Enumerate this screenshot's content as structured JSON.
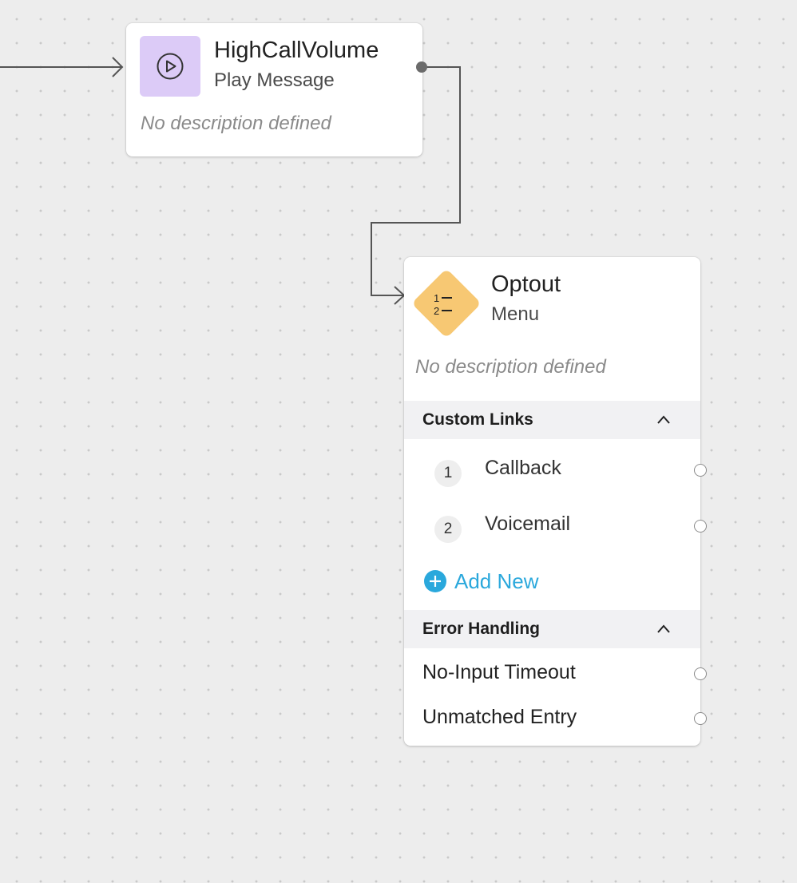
{
  "canvas": {
    "background": "#ededed",
    "connector_color": "#555555"
  },
  "play_node": {
    "title": "HighCallVolume",
    "type": "Play Message",
    "description": "No description defined",
    "icon": "play-circle-icon",
    "icon_bg": "#dccbf7"
  },
  "menu_node": {
    "title": "Optout",
    "type": "Menu",
    "description": "No description defined",
    "icon": "numbered-list-icon",
    "icon_bg": "#f7c873",
    "custom_links": {
      "header": "Custom Links",
      "items": [
        {
          "number": "1",
          "label": "Callback"
        },
        {
          "number": "2",
          "label": "Voicemail"
        }
      ],
      "add_label": "Add New",
      "add_color": "#2aa8dc"
    },
    "error_handling": {
      "header": "Error Handling",
      "items": [
        {
          "label": "No-Input Timeout"
        },
        {
          "label": "Unmatched Entry"
        }
      ]
    }
  }
}
